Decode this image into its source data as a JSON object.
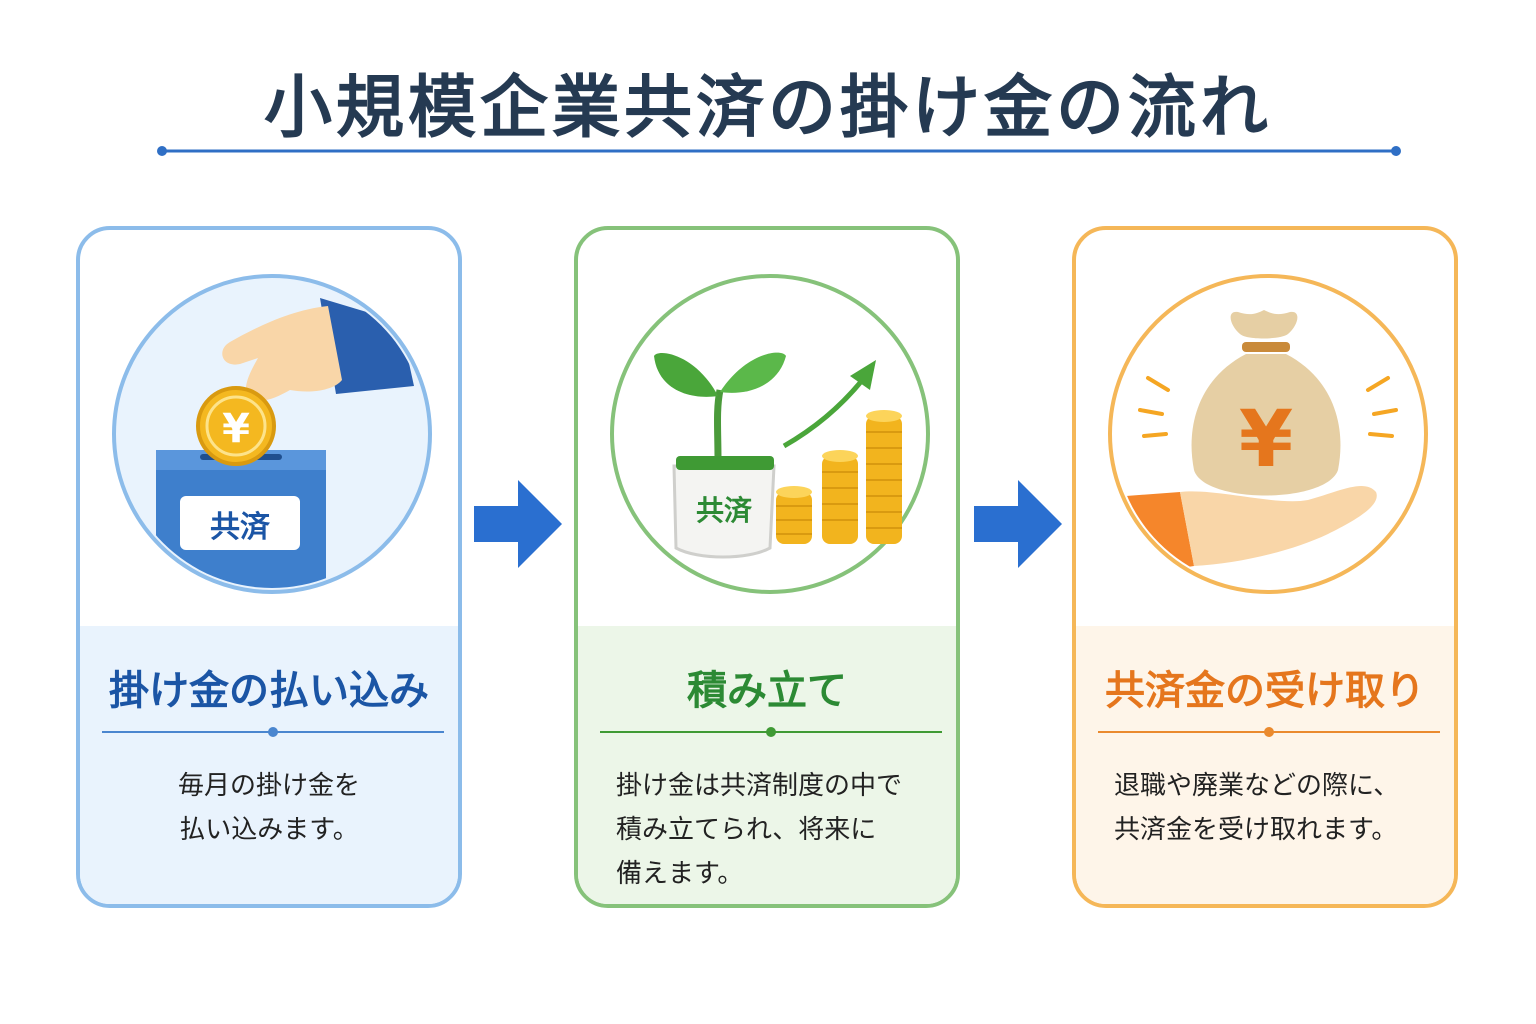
{
  "title": "小規模企業共済の掛け金の流れ",
  "colors": {
    "title": "#253a52",
    "blue": "#1b55a5",
    "green": "#2c8a34",
    "orange": "#e5761d"
  },
  "steps": [
    {
      "title": "掛け金の払い込み",
      "box_label": "共済",
      "coin_symbol": "¥",
      "description": [
        "毎月の掛け金を",
        "払い込みます。"
      ]
    },
    {
      "title": "積み立て",
      "pot_label": "共済",
      "description": [
        "掛け金は共済制度の中で",
        "積み立てられ、将来に",
        "備えます。"
      ]
    },
    {
      "title": "共済金の受け取り",
      "bag_symbol": "¥",
      "description": [
        "退職や廃業などの際に、",
        "共済金を受け取れます。"
      ]
    }
  ]
}
